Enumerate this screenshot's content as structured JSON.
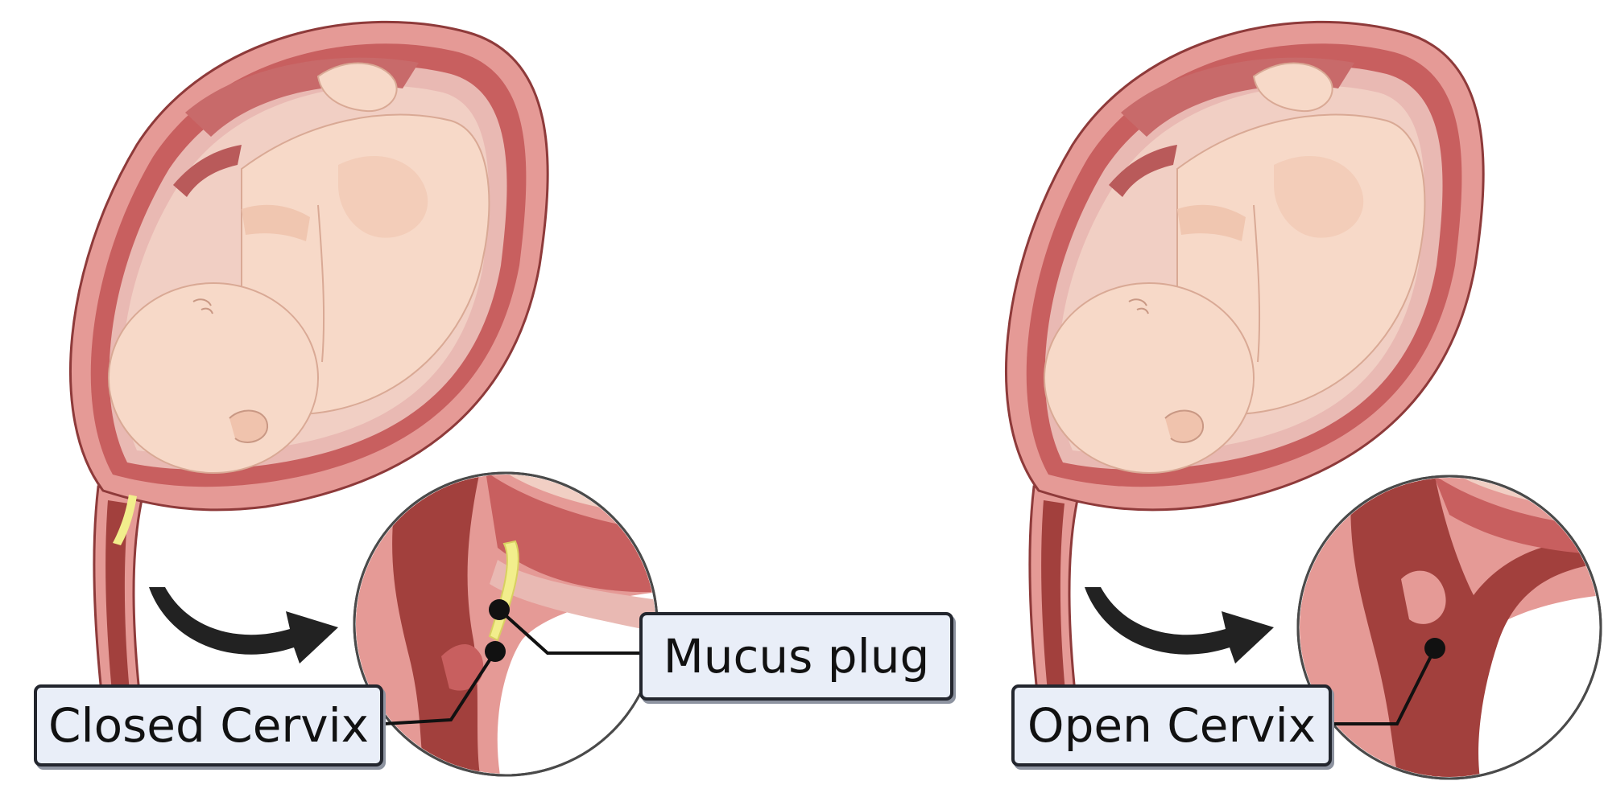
{
  "labels": {
    "closed_cervix": "Closed Cervix",
    "mucus_plug": "Mucus plug",
    "open_cervix": "Open Cervix"
  },
  "colors": {
    "uterus_outer": "#e59a96",
    "uterus_wall": "#c85f5f",
    "uterus_dark": "#a2403d",
    "amniotic_sac": "#e9b9b3",
    "fetus_skin": "#f7d9c8",
    "fetus_shadow": "#e6b8a5",
    "mucus_plug": "#f2ee8c",
    "label_fill": "#e9eef8",
    "label_border": "#23262e",
    "arrow": "#222222"
  },
  "panels": [
    {
      "state": "closed",
      "label_key": "closed_cervix"
    },
    {
      "state": "open",
      "label_key": "open_cervix"
    }
  ]
}
